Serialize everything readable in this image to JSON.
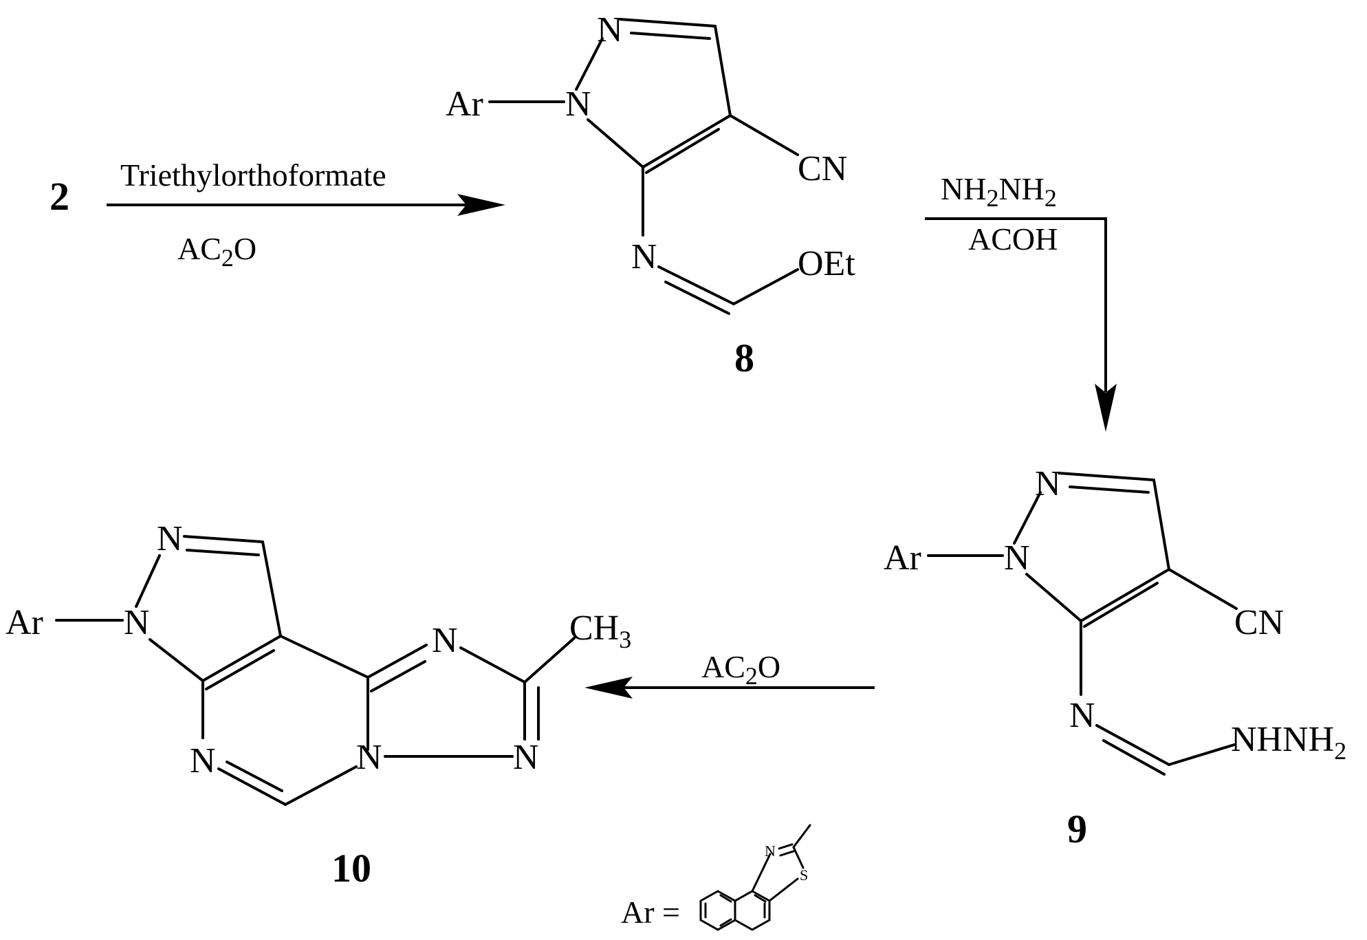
{
  "compounds": {
    "start": {
      "number": "2"
    },
    "c8": {
      "number": "8",
      "substituents": {
        "ar": "Ar",
        "cn": "CN",
        "oet": "OEt"
      }
    },
    "c9": {
      "number": "9",
      "substituents": {
        "ar": "Ar",
        "cn": "CN",
        "hyd": "NHNH",
        "hyd_sub": "2"
      }
    },
    "c10": {
      "number": "10",
      "substituents": {
        "ar": "Ar",
        "ch": "CH",
        "ch_sub": "3"
      }
    }
  },
  "atoms": {
    "n": "N"
  },
  "reactions": {
    "step1": {
      "above": "Triethylorthoformate",
      "below_a": "AC",
      "below_sub": "2",
      "below_b": "O"
    },
    "step2": {
      "above_a": "NH",
      "above_sub": "2",
      "above_b": "NH",
      "above_sub2": "2",
      "below": "ACOH"
    },
    "step3": {
      "above_a": "AC",
      "above_sub": "2",
      "above_b": "O"
    }
  },
  "legend": {
    "label": "Ar =",
    "n": "N",
    "s": "S"
  }
}
